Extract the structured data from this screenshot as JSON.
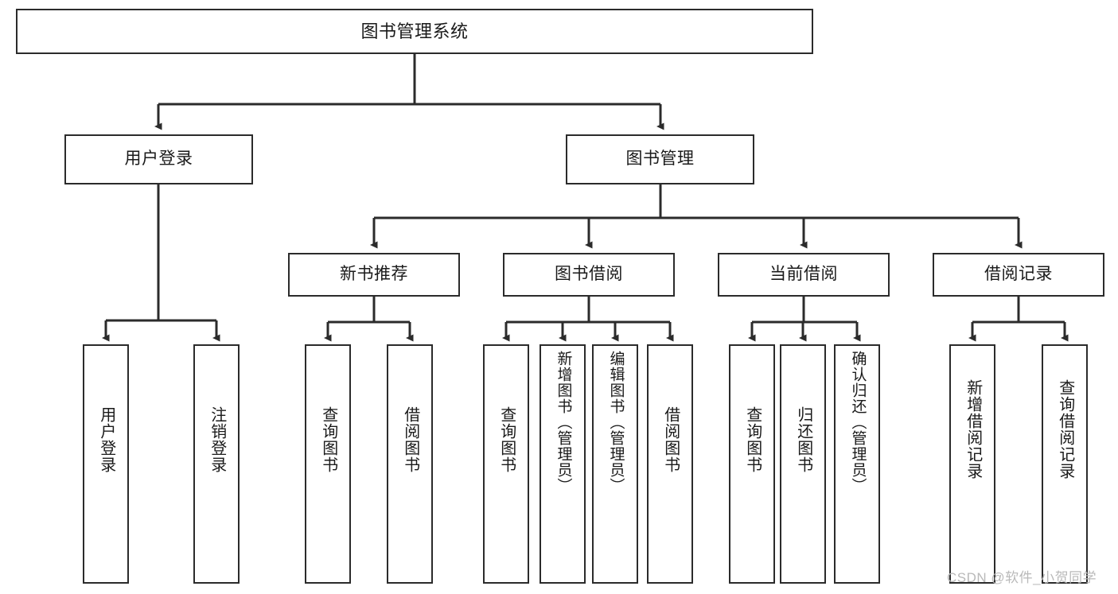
{
  "diagram": {
    "title": "图书管理系统",
    "type": "tree-hierarchy",
    "root": {
      "id": "root",
      "label": "图书管理系统"
    },
    "level2": [
      {
        "id": "user-login",
        "label": "用户登录"
      },
      {
        "id": "book-manage",
        "label": "图书管理"
      }
    ],
    "level3": [
      {
        "id": "new-book-recommend",
        "label": "新书推荐",
        "parent": "book-manage"
      },
      {
        "id": "book-borrow",
        "label": "图书借阅",
        "parent": "book-manage"
      },
      {
        "id": "current-borrow",
        "label": "当前借阅",
        "parent": "book-manage"
      },
      {
        "id": "borrow-record",
        "label": "借阅记录",
        "parent": "book-manage"
      }
    ],
    "leaves": {
      "user_login": [
        {
          "id": "leaf-user-login",
          "label": "用户登录"
        },
        {
          "id": "leaf-user-logout",
          "label": "注销登录"
        }
      ],
      "new_book_recommend": [
        {
          "id": "leaf-query-book-1",
          "label": "查询图书"
        },
        {
          "id": "leaf-borrow-book-1",
          "label": "借阅图书"
        }
      ],
      "book_borrow": [
        {
          "id": "leaf-query-book-2",
          "label": "查询图书"
        },
        {
          "id": "leaf-add-book",
          "label": "新增图书（管理员）"
        },
        {
          "id": "leaf-edit-book",
          "label": "编辑图书（管理员）"
        },
        {
          "id": "leaf-borrow-book-2",
          "label": "借阅图书"
        }
      ],
      "current_borrow": [
        {
          "id": "leaf-query-book-3",
          "label": "查询图书"
        },
        {
          "id": "leaf-return-book",
          "label": "归还图书"
        },
        {
          "id": "leaf-confirm-return",
          "label": "确认归还（管理员）"
        }
      ],
      "borrow_record": [
        {
          "id": "leaf-add-record",
          "label": "新增借阅记录"
        },
        {
          "id": "leaf-query-record",
          "label": "查询借阅记录"
        }
      ]
    },
    "watermark": "CSDN @软件_小贺同学",
    "colors": {
      "stroke": "#2b2b2b",
      "fill": "#ffffff",
      "text": "#1a1a1a",
      "watermark": "#b9b9b9"
    }
  }
}
